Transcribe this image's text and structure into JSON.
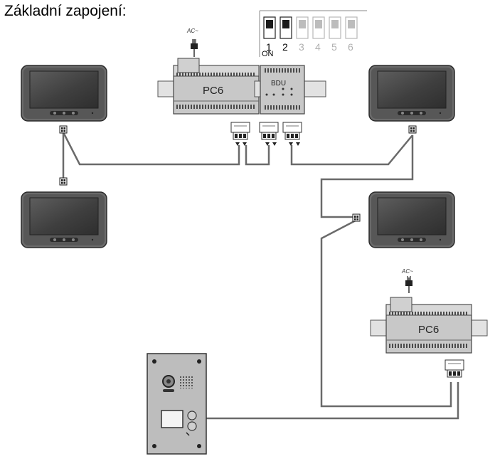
{
  "title": "Základní zapojení:",
  "power_label": "AC~",
  "pc6_label": "PC6",
  "bdu_label": "BDU",
  "dip": {
    "numbers": [
      "1",
      "2",
      "3",
      "4",
      "5",
      "6"
    ],
    "on_label": "ON",
    "on_switches": [
      1,
      2
    ]
  },
  "colors": {
    "wire": "#6a6a6a",
    "device_body": "#c8c8c8",
    "monitor_frame": "#5a5a5a",
    "dip_on": "#1a1a1a",
    "dip_off": "#bcbcbc"
  }
}
